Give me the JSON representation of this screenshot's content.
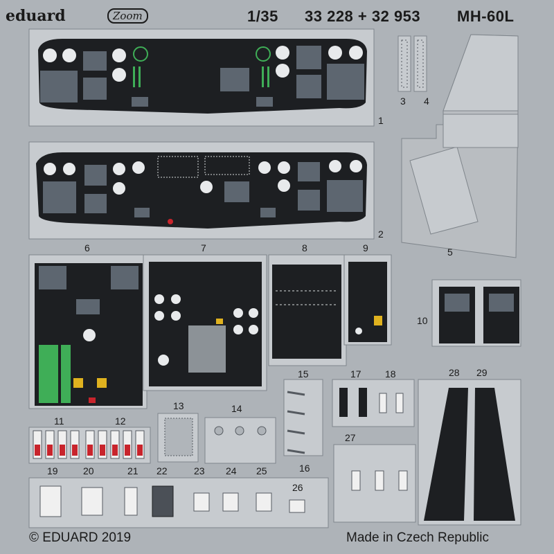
{
  "header": {
    "brand": "eduard",
    "brand_sub": "Zoom",
    "scale": "1/35",
    "codes": "33 228 + 32 953",
    "model": "MH-60L"
  },
  "part_numbers": [
    "1",
    "2",
    "3",
    "4",
    "5",
    "6",
    "7",
    "8",
    "9",
    "10",
    "11",
    "12",
    "13",
    "14",
    "15",
    "16",
    "17",
    "18",
    "19",
    "20",
    "21",
    "22",
    "23",
    "24",
    "25",
    "26",
    "27",
    "28",
    "29"
  ],
  "footer": {
    "copyright": "© EDUARD 2019",
    "origin": "Made in Czech Republic"
  },
  "colors": {
    "fret": "#aeb3b8",
    "part": "#c7cbcf",
    "panel": "#1d1f22",
    "screen": "#5d6670",
    "warning": "#c8242c",
    "caution": "#e0b21f",
    "status_green": "#3fae57"
  }
}
